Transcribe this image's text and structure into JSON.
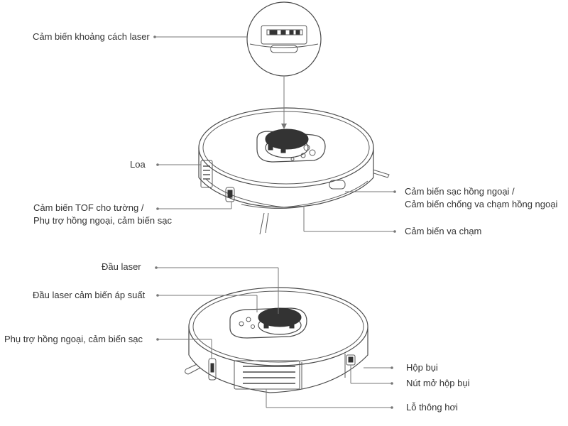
{
  "labels": {
    "laser_distance_sensor": "Cảm biến khoảng cách laser",
    "speaker": "Loa",
    "tof_sensor_line1": "Cảm biến TOF cho tường /",
    "tof_sensor_line2": "Phụ trợ hồng ngoại, cảm biến sạc",
    "ir_charge_sensor_line1": "Cảm biến sạc hồng ngoại /",
    "ir_charge_sensor_line2": "Cảm biến chống va chạm hồng ngoại",
    "bumper_sensor": "Cảm biến va chạm",
    "laser_head": "Đầu laser",
    "pressure_laser_head": "Đầu laser cảm biến áp suất",
    "ir_charge_assist": "Phụ trợ hồng ngoại, cảm biến sạc",
    "dustbin": "Hộp bụi",
    "dustbin_release_button": "Nút mở hộp bụi",
    "air_vent": "Lỗ thông hơi"
  }
}
